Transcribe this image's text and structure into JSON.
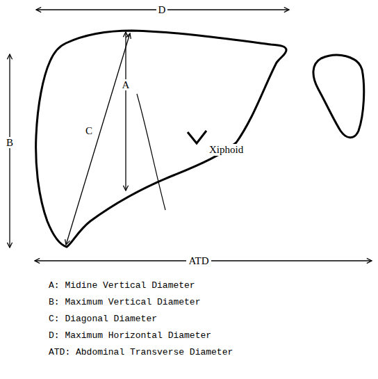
{
  "diagram": {
    "labels": [
      "D",
      "B",
      "C",
      "A",
      "Xiphoid",
      "ATD",
      "A: Midine Vertical Diameter",
      "B: Maximum Vertical Diameter",
      "C: Diagonal Diameter",
      "D: Maximum Horizontal Diameter",
      "ATD: Abdominal Transverse Diameter"
    ]
  }
}
